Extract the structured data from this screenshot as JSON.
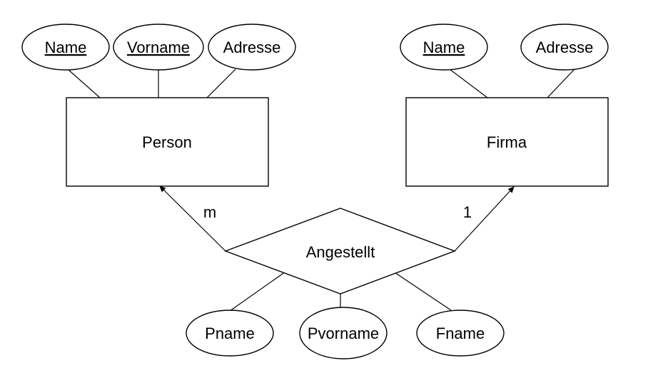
{
  "entities": {
    "person": "Person",
    "firma": "Firma"
  },
  "relationship": {
    "label": "Angestellt"
  },
  "cardinalities": {
    "person_side": "m",
    "firma_side": "1"
  },
  "attributes": {
    "person": [
      {
        "label": "Name",
        "key": true
      },
      {
        "label": "Vorname",
        "key": true
      },
      {
        "label": "Adresse",
        "key": false
      }
    ],
    "firma": [
      {
        "label": "Name",
        "key": true
      },
      {
        "label": "Adresse",
        "key": false
      }
    ],
    "relationship": [
      {
        "label": "Pname",
        "key": false
      },
      {
        "label": "Pvorname",
        "key": false
      },
      {
        "label": "Fname",
        "key": false
      }
    ]
  }
}
